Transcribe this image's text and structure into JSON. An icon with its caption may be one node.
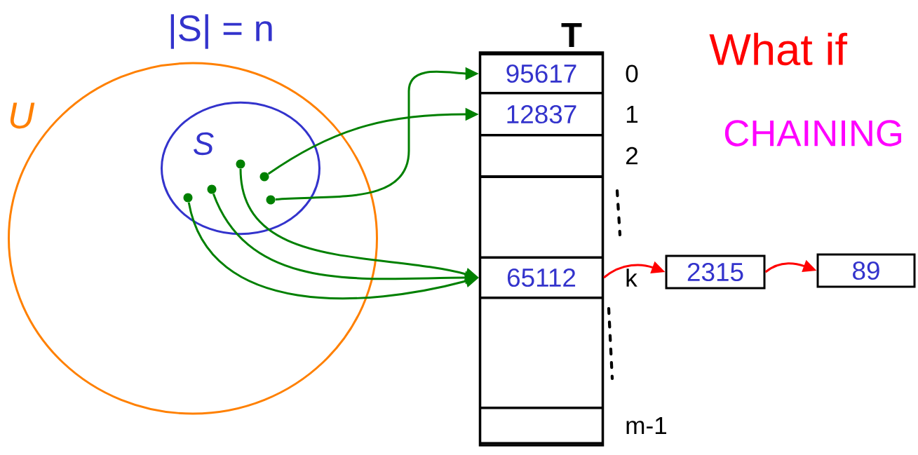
{
  "diagram": {
    "nodes": [
      {
        "text": [
          "U"
        ]
      },
      {
        "text": [
          "S"
        ],
        "in": 0
      },
      {
        "text": [],
        "shape": "circle",
        "in": 1
      },
      {
        "text": [],
        "shape": "circle",
        "in": 1
      },
      {
        "text": [],
        "shape": "circle",
        "in": 1
      },
      {
        "text": [],
        "shape": "circle",
        "in": 1
      },
      {
        "text": [],
        "shape": "circle",
        "in": 1
      },
      {
        "text": [
          "T"
        ]
      },
      {
        "text": [
          "95617"
        ],
        "in": 7,
        "beside": [
          "0"
        ]
      },
      {
        "text": [
          "12837"
        ],
        "in": 7,
        "beside": [
          "1"
        ]
      },
      {
        "text": [],
        "shape": "box",
        "in": 7,
        "beside": [
          "2"
        ]
      },
      {
        "text": [],
        "shape": "box",
        "in": 7
      },
      {
        "text": [
          "65112"
        ],
        "in": 7,
        "beside": [
          "k"
        ]
      },
      {
        "text": [],
        "shape": "box",
        "in": 7
      },
      {
        "text": [],
        "shape": "box",
        "in": 7,
        "beside": [
          "m-1"
        ]
      },
      {
        "text": [
          "2315"
        ]
      },
      {
        "text": [
          "89"
        ]
      }
    ],
    "edges": [
      {
        "from": 2,
        "to": 12,
        "arrow": "to"
      },
      {
        "from": 3,
        "to": 12,
        "arrow": "to"
      },
      {
        "from": 4,
        "to": 12,
        "arrow": "to"
      },
      {
        "from": 5,
        "to": 9,
        "arrow": "to"
      },
      {
        "from": 6,
        "to": 8,
        "arrow": "to"
      },
      {
        "from": 12,
        "to": 15,
        "arrow": "to",
        "color": "#ff0000"
      },
      {
        "from": 15,
        "to": 16,
        "arrow": "to",
        "color": "#ff0000"
      }
    ],
    "labels": [
      "|S| = n",
      "What if",
      "CHAINING"
    ]
  }
}
